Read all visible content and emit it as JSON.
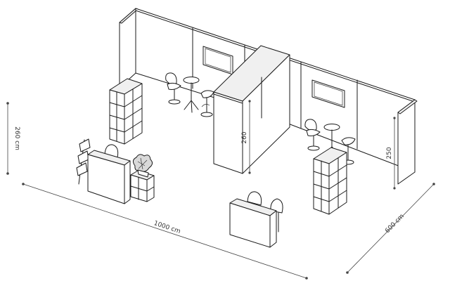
{
  "dimensions": {
    "length": "1000 cm",
    "depth": "600 cm",
    "wall_height": "260 cm",
    "column_height": "260",
    "wall_right_height": "250"
  }
}
